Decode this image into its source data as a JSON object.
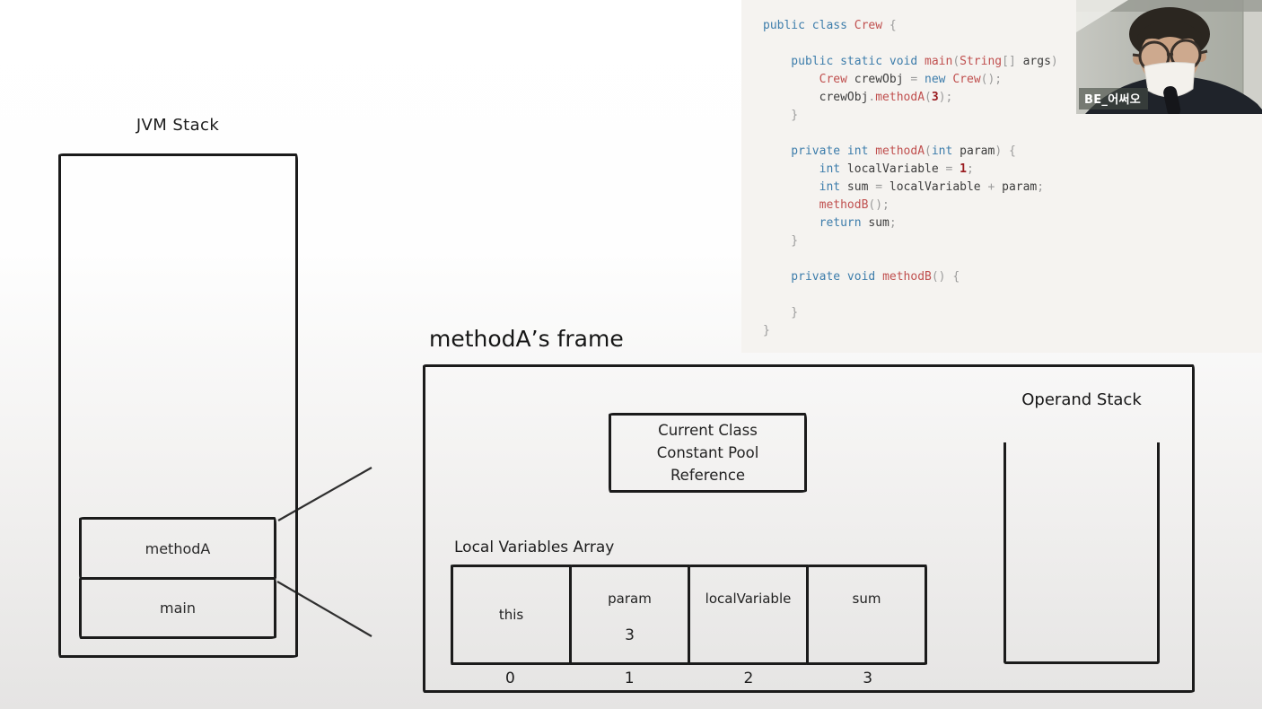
{
  "jvm_stack": {
    "title": "JVM Stack",
    "frames": [
      {
        "label": "methodA"
      },
      {
        "label": "main"
      }
    ]
  },
  "frame_diagram": {
    "title": "methodA’s frame",
    "constant_pool_box": {
      "lines": [
        "Current Class",
        "Constant Pool",
        "Reference"
      ]
    },
    "local_variables": {
      "title": "Local Variables Array",
      "cells": [
        {
          "name": "this",
          "value": "",
          "index": "0"
        },
        {
          "name": "param",
          "value": "3",
          "index": "1"
        },
        {
          "name": "localVariable",
          "value": "",
          "index": "2"
        },
        {
          "name": "sum",
          "value": "",
          "index": "3"
        }
      ]
    },
    "operand_stack": {
      "title": "Operand Stack"
    }
  },
  "code": {
    "colors": {
      "keyword": "#3d7dab",
      "name": "#c0504f",
      "number": "#9a1c20",
      "plain": "#3d3d3d",
      "punct": "#9b9b9b",
      "background": "#f5f3f0"
    },
    "lines": [
      [
        [
          "k",
          "public class "
        ],
        [
          "t",
          "Crew"
        ],
        [
          "o",
          " {"
        ]
      ],
      [],
      [
        [
          "k",
          "    public static void "
        ],
        [
          "t",
          "main"
        ],
        [
          "o",
          "("
        ],
        [
          "t",
          "String"
        ],
        [
          "o",
          "[] "
        ],
        [
          "p",
          "args"
        ],
        [
          "o",
          ")"
        ]
      ],
      [
        [
          "t",
          "        Crew"
        ],
        [
          "p",
          " crewObj "
        ],
        [
          "o",
          "= "
        ],
        [
          "k",
          "new "
        ],
        [
          "t",
          "Crew"
        ],
        [
          "o",
          "();"
        ]
      ],
      [
        [
          "p",
          "        crewObj"
        ],
        [
          "o",
          "."
        ],
        [
          "t",
          "methodA"
        ],
        [
          "o",
          "("
        ],
        [
          "n",
          "3"
        ],
        [
          "o",
          ");"
        ]
      ],
      [
        [
          "o",
          "    }"
        ]
      ],
      [],
      [
        [
          "k",
          "    private int "
        ],
        [
          "t",
          "methodA"
        ],
        [
          "o",
          "("
        ],
        [
          "k",
          "int "
        ],
        [
          "p",
          "param"
        ],
        [
          "o",
          ") {"
        ]
      ],
      [
        [
          "k",
          "        int "
        ],
        [
          "p",
          "localVariable "
        ],
        [
          "o",
          "= "
        ],
        [
          "n",
          "1"
        ],
        [
          "o",
          ";"
        ]
      ],
      [
        [
          "k",
          "        int "
        ],
        [
          "p",
          "sum "
        ],
        [
          "o",
          "= "
        ],
        [
          "p",
          "localVariable "
        ],
        [
          "o",
          "+ "
        ],
        [
          "p",
          "param"
        ],
        [
          "o",
          ";"
        ]
      ],
      [
        [
          "t",
          "        methodB"
        ],
        [
          "o",
          "();"
        ]
      ],
      [
        [
          "k",
          "        return "
        ],
        [
          "p",
          "sum"
        ],
        [
          "o",
          ";"
        ]
      ],
      [
        [
          "o",
          "    }"
        ]
      ],
      [],
      [
        [
          "k",
          "    private void "
        ],
        [
          "t",
          "methodB"
        ],
        [
          "o",
          "() {"
        ]
      ],
      [],
      [
        [
          "o",
          "    }"
        ]
      ],
      [
        [
          "o",
          "}"
        ]
      ]
    ]
  },
  "webcam": {
    "name_badge": "BE_어써오"
  }
}
